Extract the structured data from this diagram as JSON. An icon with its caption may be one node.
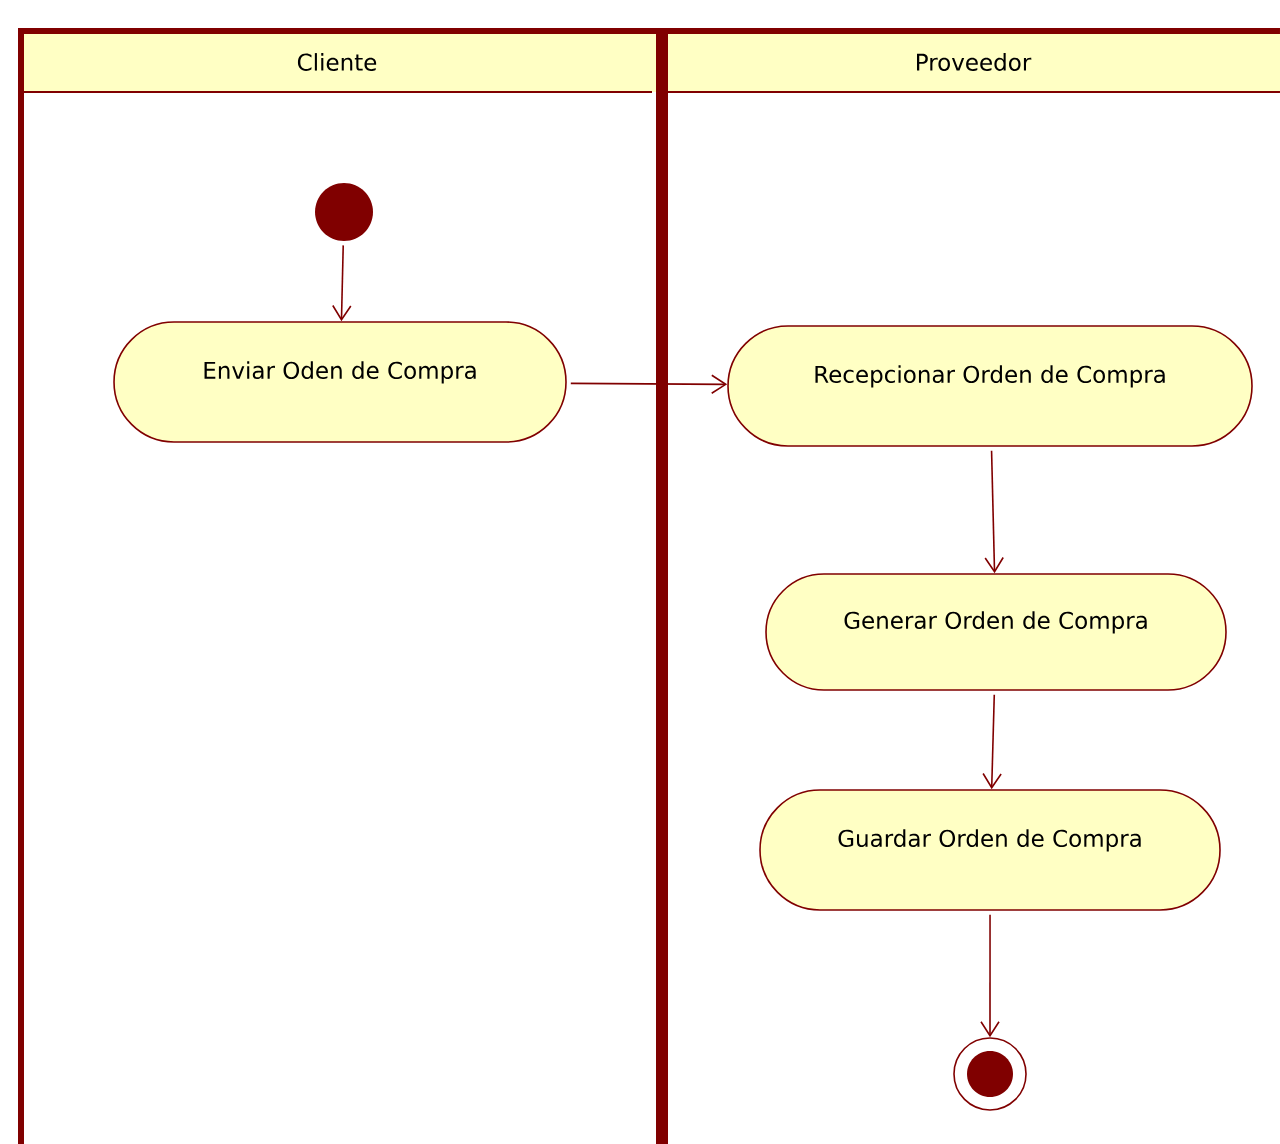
{
  "diagram": {
    "nodes": [
      {
        "text": [
          "Cliente"
        ]
      },
      {
        "text": [
          "Proveedor"
        ]
      },
      {
        "text": [],
        "shape": "circle",
        "in": 0
      },
      {
        "text": [
          "Enviar Oden de Compra"
        ],
        "in": 0
      },
      {
        "text": [
          "Recepcionar Orden de Compra"
        ],
        "in": 1
      },
      {
        "text": [
          "Generar Orden de Compra"
        ],
        "in": 1
      },
      {
        "text": [
          "Guardar Orden de Compra"
        ],
        "in": 1
      },
      {
        "text": [],
        "shape": "circle",
        "in": 1
      }
    ],
    "edges": [
      {
        "from": 2,
        "to": 3,
        "arrow": "to"
      },
      {
        "from": 3,
        "to": 4,
        "arrow": "to"
      },
      {
        "from": 4,
        "to": 5,
        "arrow": "to"
      },
      {
        "from": 5,
        "to": 6,
        "arrow": "to"
      },
      {
        "from": 6,
        "to": 7,
        "arrow": "to"
      }
    ]
  }
}
